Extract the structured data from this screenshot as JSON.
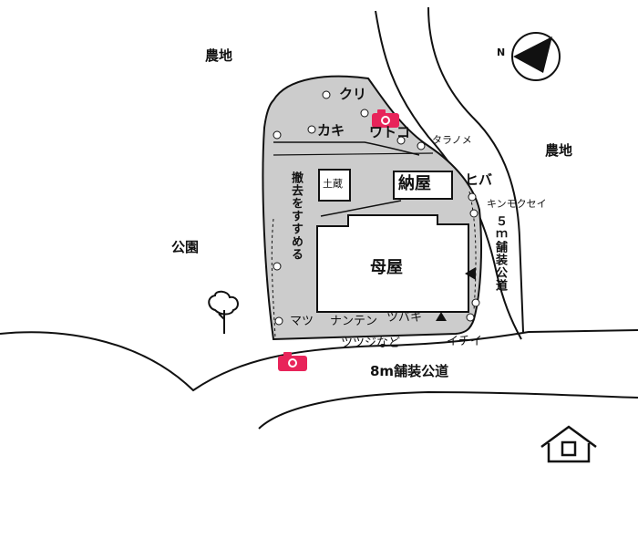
{
  "labels": {
    "farmland_top_left": "農地",
    "farmland_right": "農地",
    "park": "公園",
    "chestnut": "クリ",
    "persimmon": "カキ",
    "wotoko": "ワトコ",
    "taranome": "タラノメ",
    "hiba": "ヒバ",
    "kinmokusei": "キンモクセイ",
    "storehouse": "土蔵",
    "barn": "納屋",
    "demolish_recommend": "撤去をすすめる",
    "main_house": "母屋",
    "matsu": "マツ",
    "nanten": "ナンテン",
    "tsubaki": "ツバキ",
    "tsutsuji": "ツツジなど",
    "ichii": "イチイ",
    "road_5m": "５ｍ舗装公道",
    "road_8m": "8m舗装公道",
    "compass_n": "N"
  },
  "colors": {
    "site_fill": "#cccccc",
    "camera": "#e8245a",
    "ink": "#111111"
  },
  "icons": [
    "camera-icon",
    "camera-icon",
    "compass-icon",
    "tree-icon",
    "house-icon"
  ]
}
